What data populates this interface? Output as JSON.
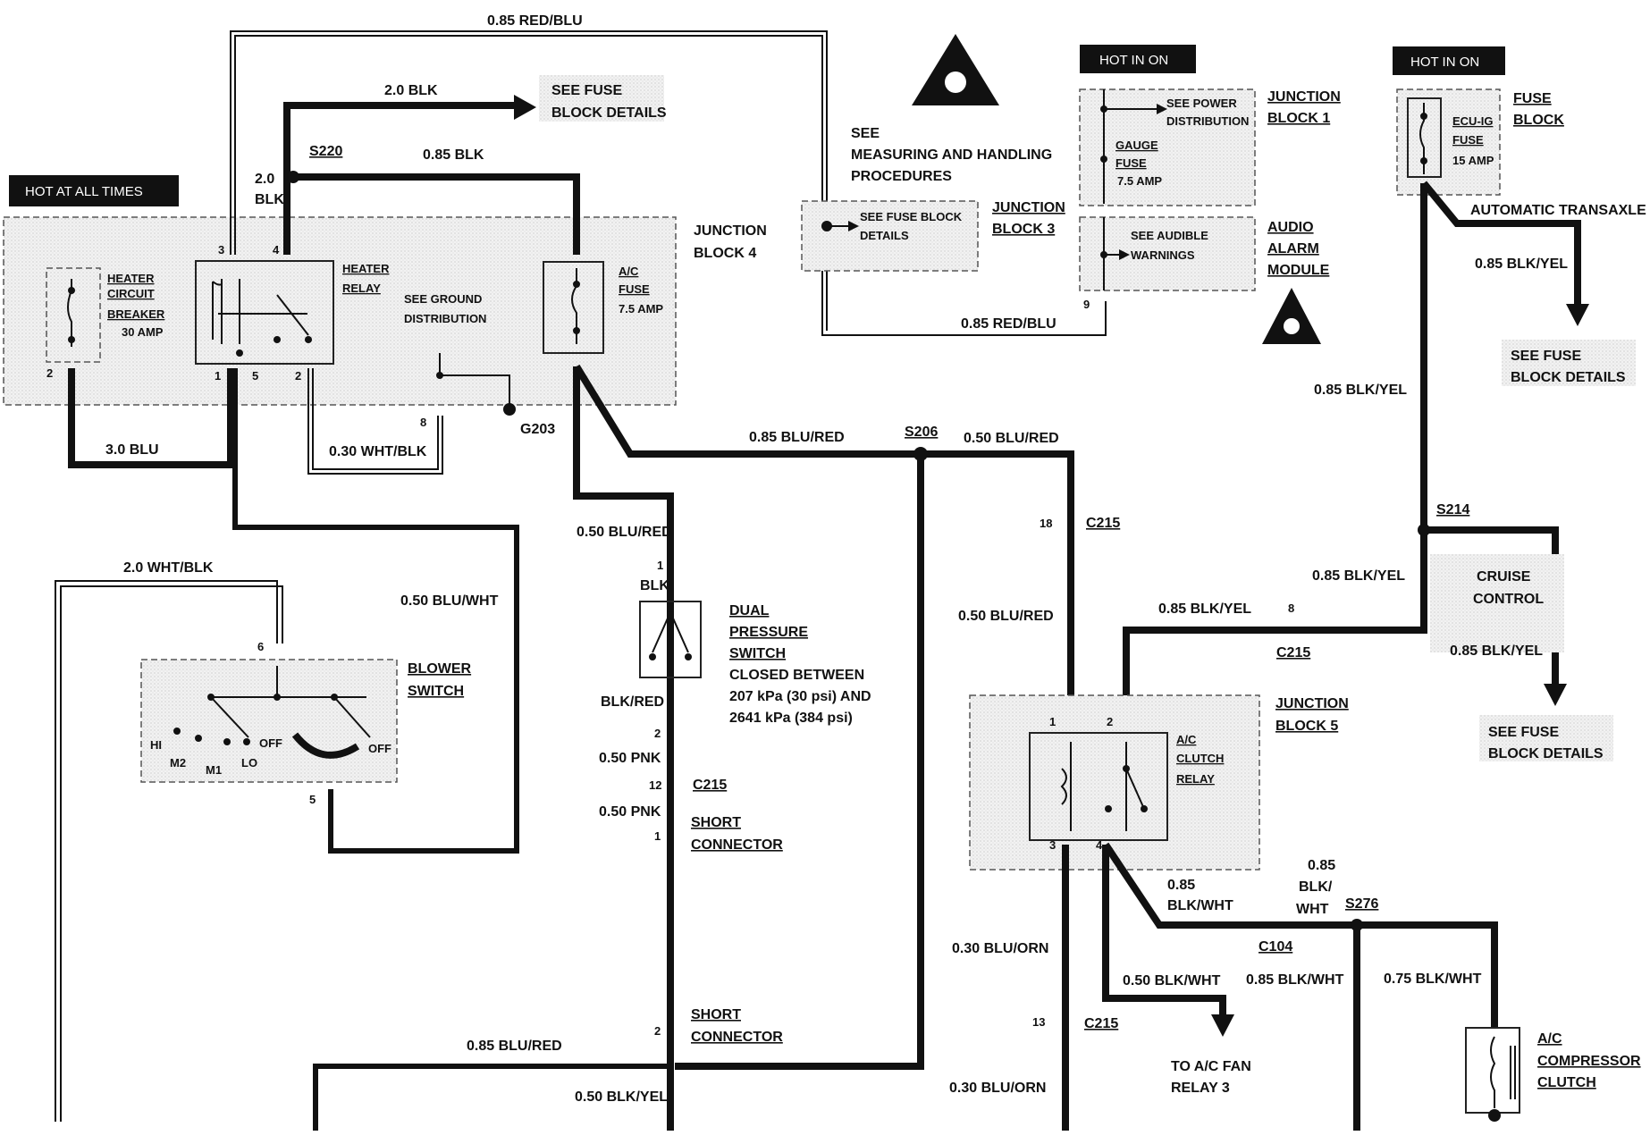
{
  "hot_tags": {
    "always": "HOT AT ALL TIMES",
    "in_on_1": "HOT IN ON",
    "in_on_2": "HOT IN ON"
  },
  "components": {
    "heater_breaker": [
      "HEATER",
      "CIRCUIT",
      "BREAKER",
      "30 AMP"
    ],
    "heater_relay": [
      "HEATER",
      "RELAY"
    ],
    "ground_dist": [
      "SEE GROUND",
      "DISTRIBUTION"
    ],
    "ac_fuse": [
      "A/C",
      "FUSE",
      "7.5 AMP"
    ],
    "junction_block_4": [
      "JUNCTION",
      "BLOCK 4"
    ],
    "see_fuse_top": [
      "SEE FUSE",
      "BLOCK DETAILS"
    ],
    "esd_note": [
      "SEE",
      "MEASURING AND HANDLING",
      "PROCEDURES"
    ],
    "fuse_block_details_jb3": [
      "SEE FUSE BLOCK",
      "DETAILS"
    ],
    "junction_block_3": [
      "JUNCTION",
      "BLOCK 3"
    ],
    "power_dist": [
      "SEE POWER",
      "DISTRIBUTION"
    ],
    "gauge_fuse": [
      "GAUGE",
      "FUSE",
      "7.5 AMP"
    ],
    "junction_block_1": [
      "JUNCTION",
      "BLOCK 1"
    ],
    "audible_warnings": [
      "SEE AUDIBLE",
      "WARNINGS"
    ],
    "audio_alarm": [
      "AUDIO",
      "ALARM",
      "MODULE"
    ],
    "ecu_fuse": [
      "ECU-IG",
      "FUSE",
      "15 AMP"
    ],
    "fuse_block": [
      "FUSE",
      "BLOCK"
    ],
    "auto_transaxle": "AUTOMATIC TRANSAXLE",
    "see_fuse_right1": [
      "SEE FUSE",
      "BLOCK DETAILS"
    ],
    "cruise_control": [
      "CRUISE",
      "CONTROL"
    ],
    "see_fuse_right2": [
      "SEE FUSE",
      "BLOCK DETAILS"
    ],
    "blower_switch": [
      "BLOWER",
      "SWITCH"
    ],
    "blower_positions": [
      "HI",
      "M2",
      "M1",
      "LO",
      "OFF",
      "OFF"
    ],
    "dual_pressure": [
      "DUAL",
      "PRESSURE",
      "SWITCH",
      "CLOSED BETWEEN",
      "207 kPa (30 psi) AND",
      "2641 kPa (384 psi)"
    ],
    "short_connector_1": [
      "SHORT",
      "CONNECTOR"
    ],
    "short_connector_2": [
      "SHORT",
      "CONNECTOR"
    ],
    "junction_block_5": [
      "JUNCTION",
      "BLOCK 5"
    ],
    "ac_clutch_relay": [
      "A/C",
      "CLUTCH",
      "RELAY"
    ],
    "to_ac_fan": [
      "TO A/C FAN",
      "RELAY 3"
    ],
    "ac_compressor": [
      "A/C",
      "COMPRESSOR",
      "CLUTCH"
    ]
  },
  "wires": {
    "w_085_red_blu_top": "0.85 RED/BLU",
    "w_20_blk_top": "2.0 BLK",
    "w_085_blk": "0.85 BLK",
    "w_20_blk_side": [
      "2.0",
      "BLK"
    ],
    "w_30_blu": "3.0 BLU",
    "w_030_wht_blk": "0.30 WHT/BLK",
    "w_085_red_blu_mid": "0.85 RED/BLU",
    "w_085_blk_yel_a": "0.85 BLK/YEL",
    "w_085_blk_yel_b": "0.85 BLK/YEL",
    "w_085_blk_yel_c": "0.85 BLK/YEL",
    "w_085_blk_yel_d": "0.85 BLK/YEL",
    "w_085_blk_yel_e": "0.85 BLK/YEL",
    "w_085_blu_red_a": "0.85 BLU/RED",
    "w_050_blu_red_a": "0.50 BLU/RED",
    "w_050_blu_red_b": "0.50 BLU/RED",
    "w_050_blu_red_c": "0.50 BLU/RED",
    "w_20_wht_blk": "2.0 WHT/BLK",
    "w_050_blu_wht": "0.50 BLU/WHT",
    "w_blk": "BLK",
    "w_blk_red": "BLK/RED",
    "w_050_pnk_a": "0.50 PNK",
    "w_050_pnk_b": "0.50 PNK",
    "w_085_blu_red_b": "0.85 BLU/RED",
    "w_050_blk_yel": "0.50 BLK/YEL",
    "w_030_blu_orn_a": "0.30 BLU/ORN",
    "w_030_blu_orn_b": "0.30 BLU/ORN",
    "w_085_blk_wht_a": [
      "0.85",
      "BLK/WHT"
    ],
    "w_085_blk_wht_b": [
      "0.85",
      "BLK/",
      "WHT"
    ],
    "w_085_blk_wht_c": "0.85 BLK/WHT",
    "w_050_blk_wht": "0.50 BLK/WHT",
    "w_075_blk_wht": "0.75 BLK/WHT"
  },
  "splices": {
    "s220": "S220",
    "s206": "S206",
    "s214": "S214",
    "s276": "S276",
    "g203": "G203",
    "c215_a": "C215",
    "c215_b": "C215",
    "c215_c": "C215",
    "c215_d": "C215",
    "c104": "C104"
  },
  "pins": {
    "p_bkr": "2",
    "p_rly_3": "3",
    "p_rly_4": "4",
    "p_rly_1": "1",
    "p_rly_5": "5",
    "p_rly_2": "2",
    "p_gnd_8": "8",
    "p_aam_9": "9",
    "p_c215_18": "18",
    "p_c215_8": "8",
    "p_bsw_6": "6",
    "p_bsw_5": "5",
    "p_dps_1": "1",
    "p_dps_2": "2",
    "p_c215_12": "12",
    "p_sc1_1": "1",
    "p_sc2_2": "2",
    "p_acr_1": "1",
    "p_acr_2": "2",
    "p_acr_3": "3",
    "p_acr_4": "4",
    "p_c215_13": "13"
  }
}
